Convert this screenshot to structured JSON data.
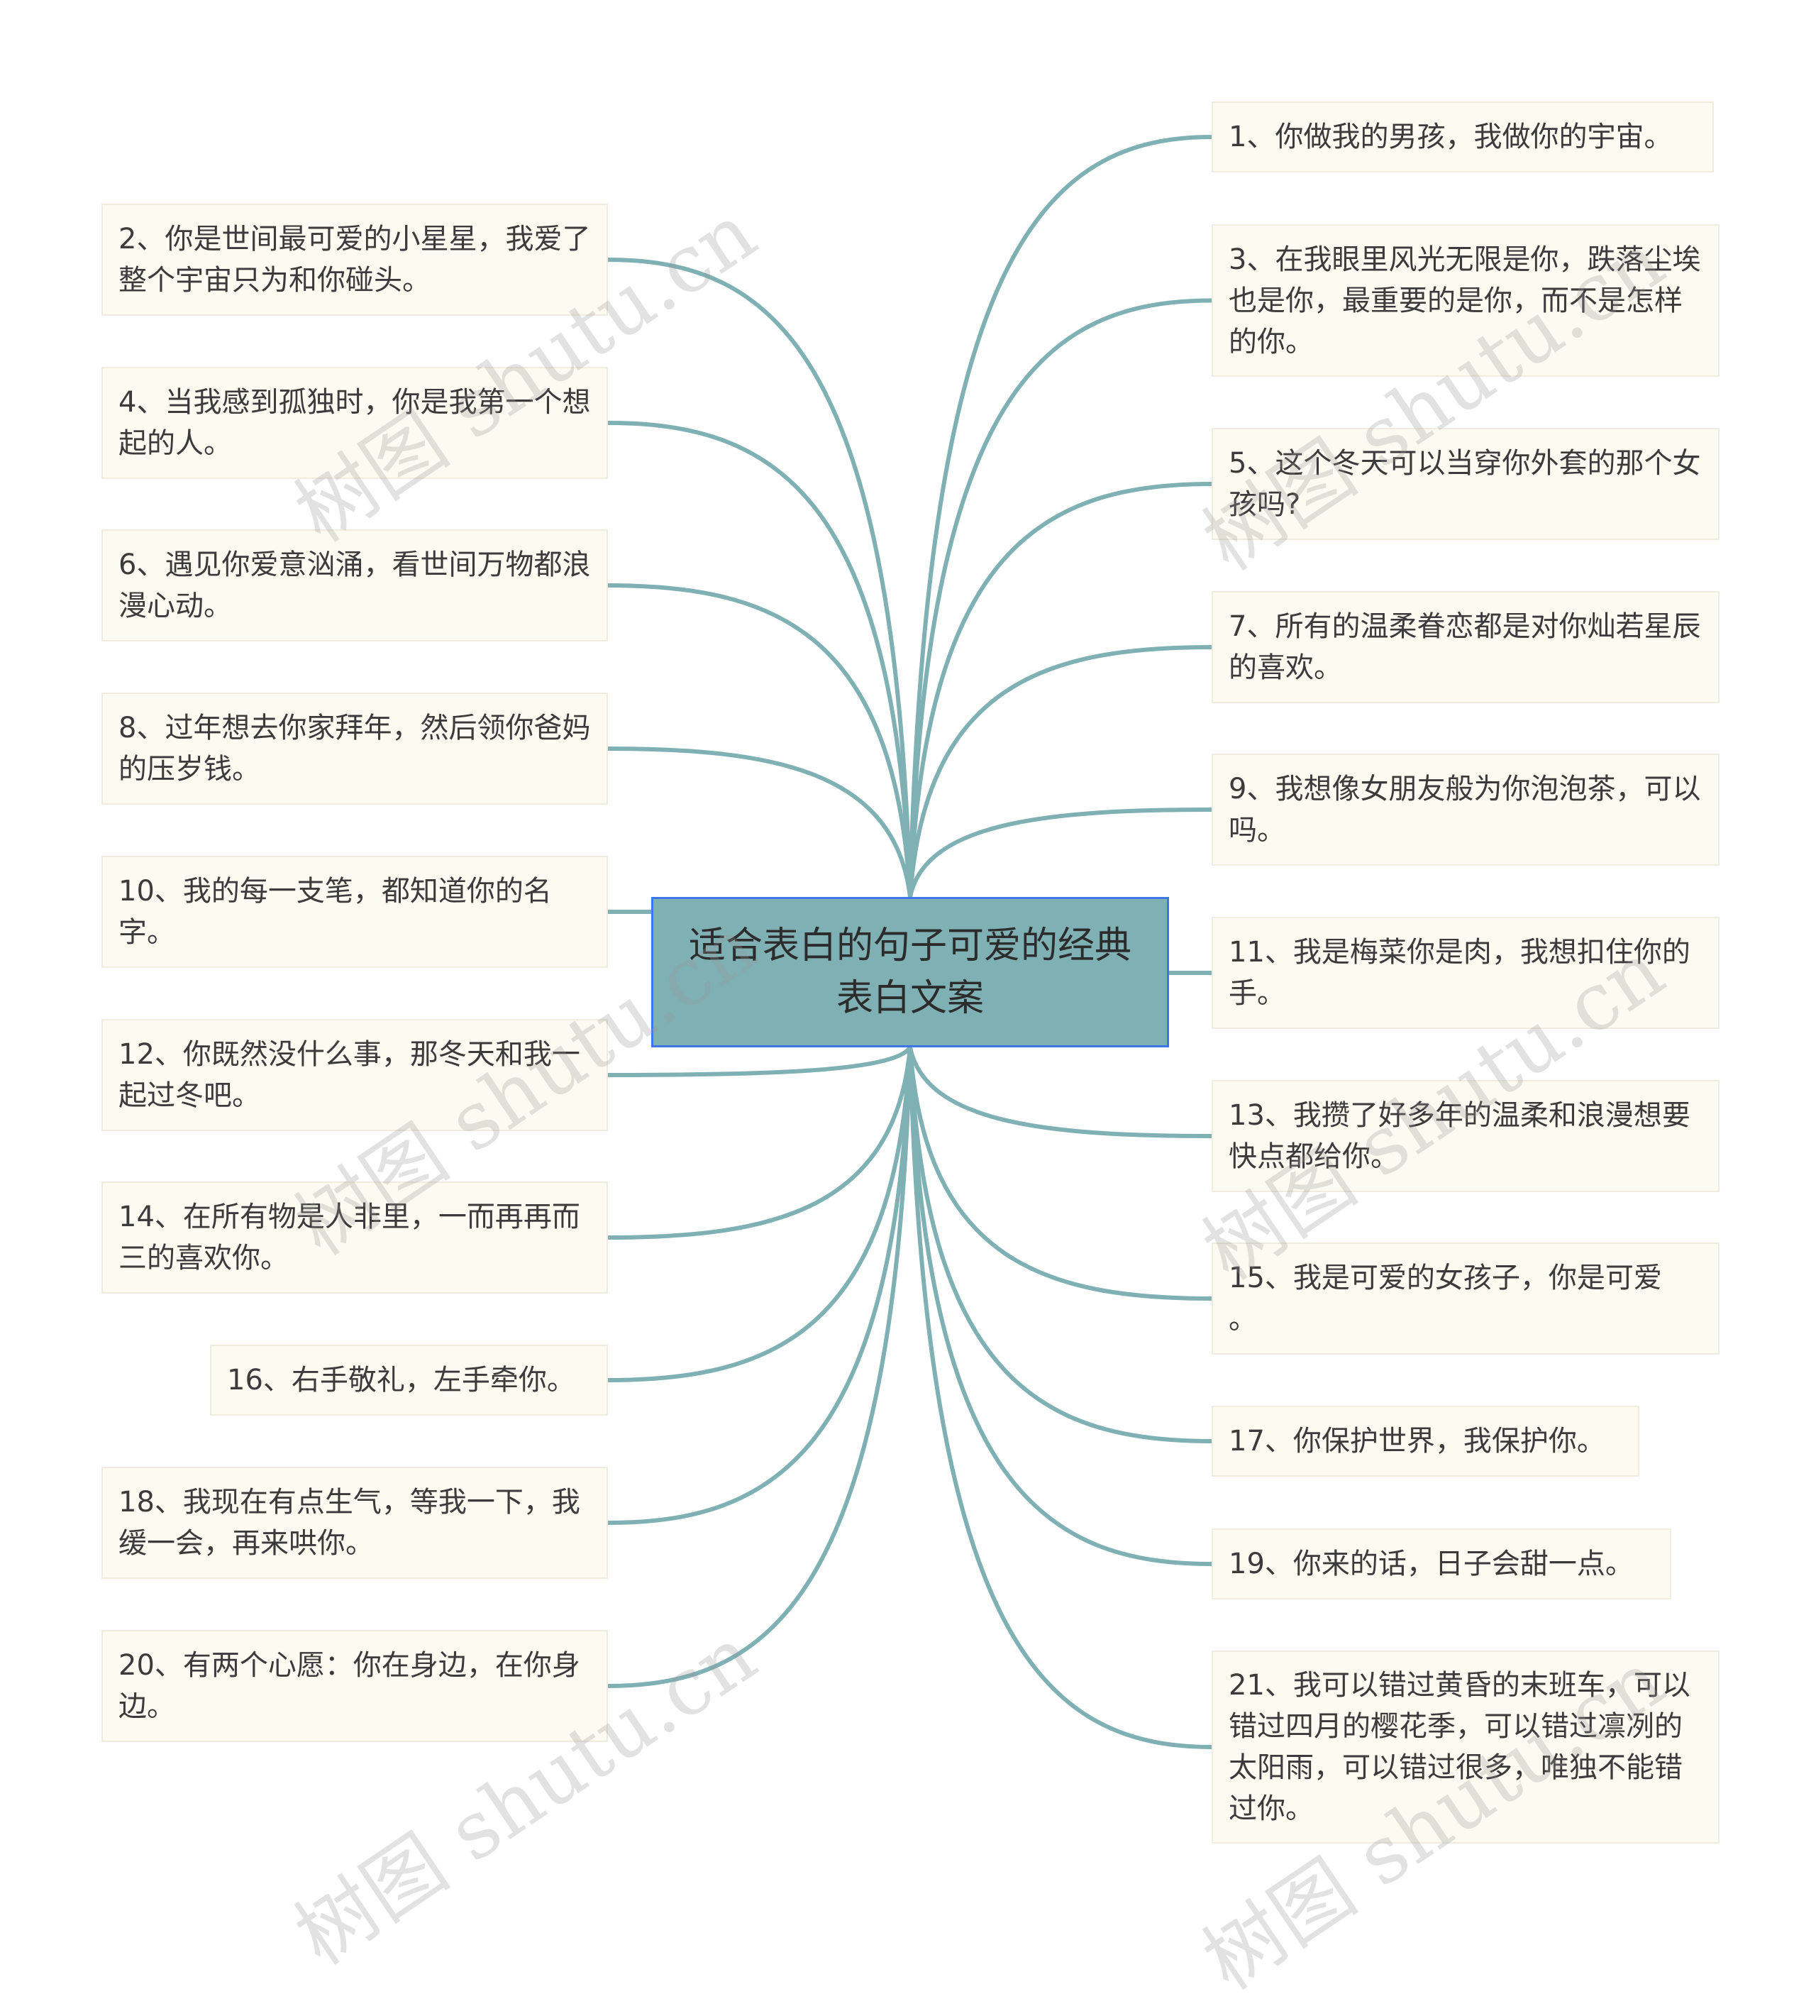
{
  "title": "适合表白的句子可爱的经典表白文案",
  "watermark": "树图 shutu.cn",
  "colors": {
    "link": "#7fb0b4",
    "center_fill": "#7fb0b4",
    "center_border": "#3e78e6",
    "node_fill": "#fcfbf2"
  },
  "nodes": [
    "1、你做我的男孩，我做你的宇宙。",
    "2、你是世间最可爱的小星星，我爱了整个宇宙只为和你碰头。",
    "3、在我眼里风光无限是你，跌落尘埃也是你，最重要的是你，而不是怎样的你。",
    "4、当我感到孤独时，你是我第一个想起的人。",
    "5、这个冬天可以当穿你外套的那个女孩吗?",
    "6、遇见你爱意汹涌，看世间万物都浪漫心动。",
    "7、所有的温柔眷恋都是对你灿若星辰的喜欢。",
    "8、过年想去你家拜年，然后领你爸妈的压岁钱。",
    "9、我想像女朋友般为你泡泡茶，可以吗。",
    "10、我的每一支笔，都知道你的名字。",
    "11、我是梅菜你是肉，我想扣住你的手。",
    "12、你既然没什么事，那冬天和我一起过冬吧。",
    "13、我攒了好多年的温柔和浪漫想要快点都给你。",
    "14、在所有物是人非里，一而再再而三的喜欢你。",
    "15、我是可爱的女孩子，你是可爱\n。",
    "16、右手敬礼，左手牵你。",
    "17、你保护世界，我保护你。",
    "18、我现在有点生气，等我一下，我缓一会，再来哄你。",
    "19、你来的话，日子会甜一点。",
    "20、有两个心愿：你在身边，在你身边。",
    "21、我可以错过黄昏的末班车，可以错过四月的樱花季，可以错过凛冽的太阳雨，可以错过很多，唯独不能错过你。"
  ]
}
